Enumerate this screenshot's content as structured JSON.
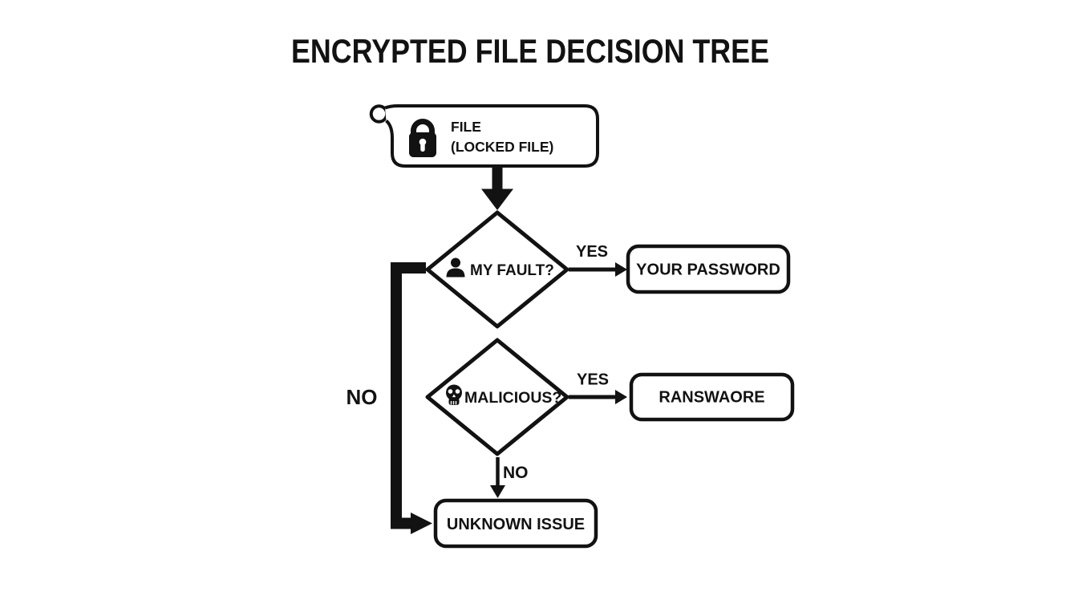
{
  "title": "ENCRYPTED FILE DECISION TREE",
  "colors": {
    "ink": "#121212",
    "background": "#ffffff"
  },
  "nodes": {
    "file": {
      "line1": "FILE",
      "line2": "(LOCKED FILE)",
      "icon": "lock-icon",
      "shape": "scroll"
    },
    "my_fault": {
      "label": "MY FAULT?",
      "icon": "person-icon",
      "shape": "diamond"
    },
    "your_password": {
      "label": "YOUR PASSWORD",
      "shape": "rounded-rect"
    },
    "malicious": {
      "label": "MALICIOUS?",
      "icon": "skull-icon",
      "shape": "diamond"
    },
    "ransomware": {
      "label": "RANSWAORE",
      "shape": "rounded-rect"
    },
    "unknown_issue": {
      "label": "UNKNOWN ISSUE",
      "shape": "rounded-rect"
    }
  },
  "edge_labels": {
    "my_fault_yes": "YES",
    "my_fault_no": "NO",
    "malicious_yes": "YES",
    "malicious_no": "NO"
  }
}
